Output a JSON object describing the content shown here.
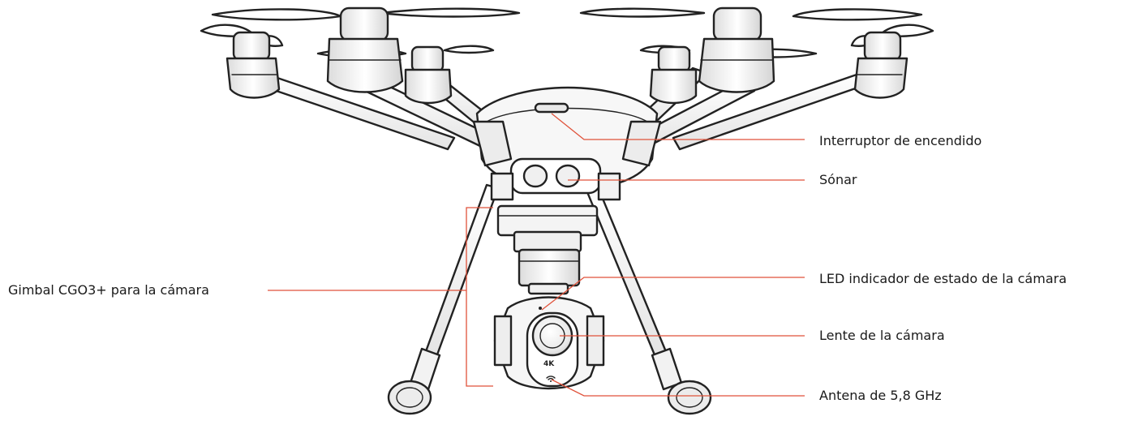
{
  "colors": {
    "leader_line": "#e0523a",
    "outline": "#222222",
    "body_fill": "#ffffff"
  },
  "labels": {
    "power_switch": "Interruptor de encendido",
    "sonar": "Sónar",
    "gimbal": "Gimbal CGO3+ para la cámara",
    "camera_status_led": "LED indicador de estado de la cámara",
    "camera_lens": "Lente de la cámara",
    "antenna": "Antena de 5,8 GHz"
  },
  "camera_badge": "4K",
  "icons": {
    "subject": "hexacopter-drone-illustration",
    "wifi": "wifi-icon"
  }
}
